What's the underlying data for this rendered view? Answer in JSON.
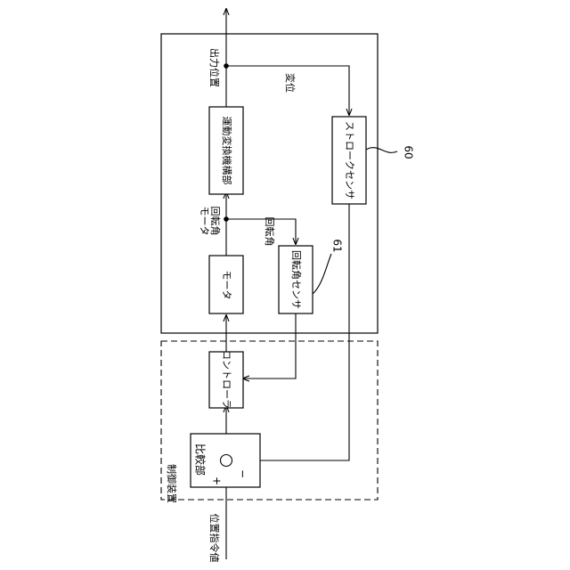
{
  "diagram": {
    "blocks": {
      "comparator": "比較部",
      "controller": "コントローラ",
      "motor": "モータ",
      "rotation_sensor": "回転角センサ",
      "motion_converter": "運動変換機構部",
      "stroke_sensor": "ストロークセンサ"
    },
    "signals": {
      "position_command": "位置指令値",
      "motor_rotation_line1": "モータ",
      "motor_rotation_line2": "回転角",
      "rotation_angle": "回転角",
      "output_position": "出力位置",
      "displacement": "変位"
    },
    "groups": {
      "control_device": "制御装置"
    },
    "signs": {
      "plus": "+",
      "minus": "−"
    },
    "refs": {
      "stroke_sensor_ref": "60",
      "rotation_sensor_ref": "61"
    }
  }
}
